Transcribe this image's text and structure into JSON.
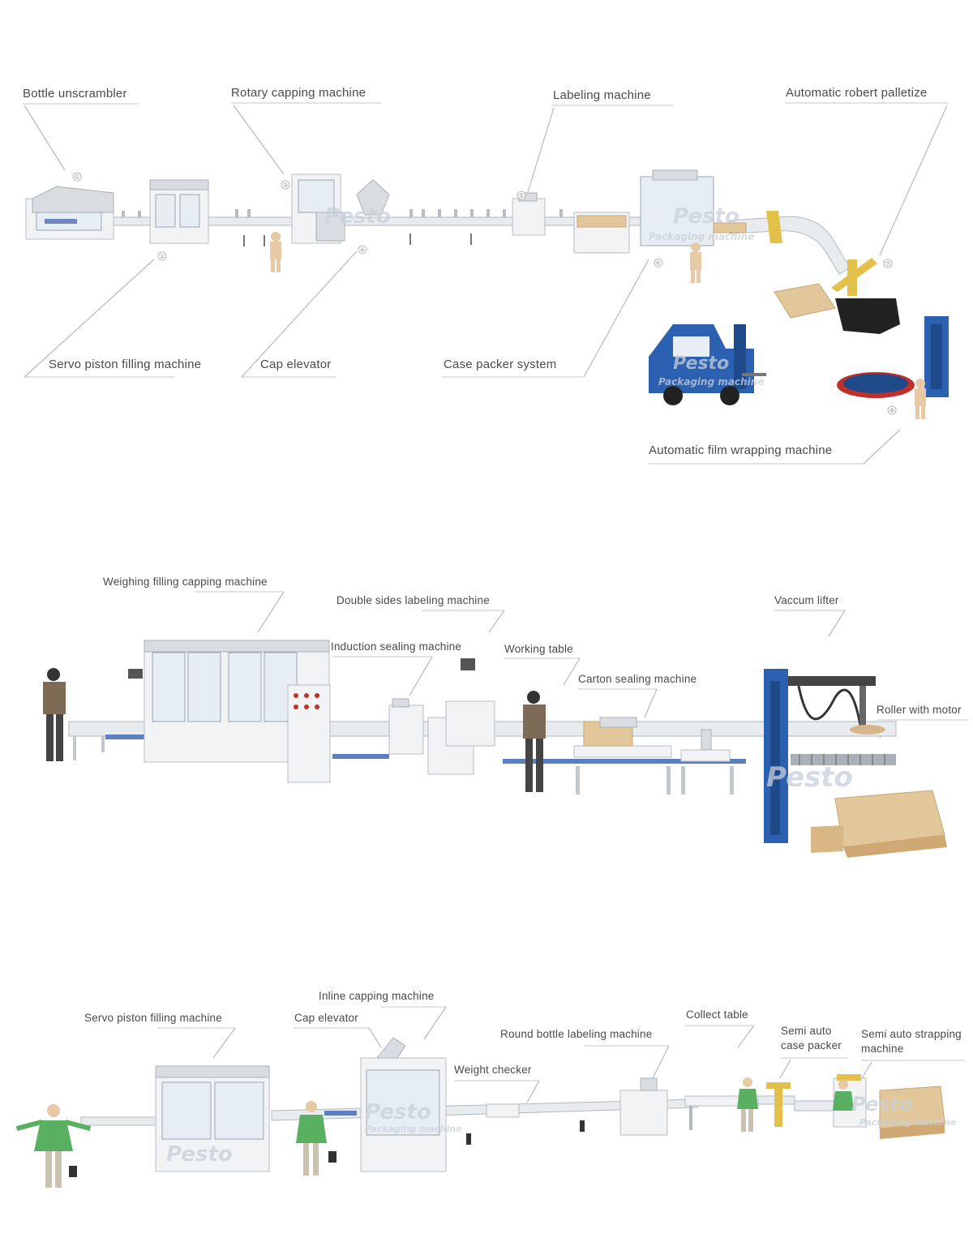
{
  "panel1": {
    "labels": {
      "bottle_unscrambler": "Bottle unscrambler",
      "rotary_capping": "Rotary capping machine",
      "labeling": "Labeling machine",
      "robot_palletize": "Automatic robert palletize",
      "servo_piston": "Servo piston filling machine",
      "cap_elevator": "Cap elevator",
      "case_packer": "Case packer system",
      "film_wrapping": "Automatic film wrapping machine"
    },
    "step_numbers": [
      "①",
      "②",
      "③",
      "④",
      "⑤",
      "⑥",
      "⑦",
      "⑧"
    ],
    "watermarks": [
      "Pesto",
      "Pesto",
      "Pesto",
      "Packaging machine",
      "Packaging machine"
    ]
  },
  "panel2": {
    "labels": {
      "weighing_filling_capping": "Weighing filling capping machine",
      "double_sides_labeling": "Double sides labeling machine",
      "vaccum_lifter": "Vaccum lifter",
      "induction_sealing": "Induction sealing machine",
      "working_table": "Working table",
      "carton_sealing": "Carton sealing machine",
      "roller_with_motor": "Roller with motor"
    },
    "watermarks": [
      "Pesto"
    ]
  },
  "panel3": {
    "labels": {
      "inline_capping": "Inline capping machine",
      "servo_piston": "Servo piston filling machine",
      "cap_elevator": "Cap elevator",
      "collect_table": "Collect table",
      "round_bottle_labeling": "Round bottle labeling machine",
      "semi_auto_case_packer": "Semi auto case packer",
      "semi_auto_strapping": "Semi auto strapping machine",
      "weight_checker": "Weight checker"
    },
    "watermarks": [
      "Pesto",
      "Pesto",
      "Pesto",
      "Packaging machine",
      "Packaging machine"
    ]
  }
}
